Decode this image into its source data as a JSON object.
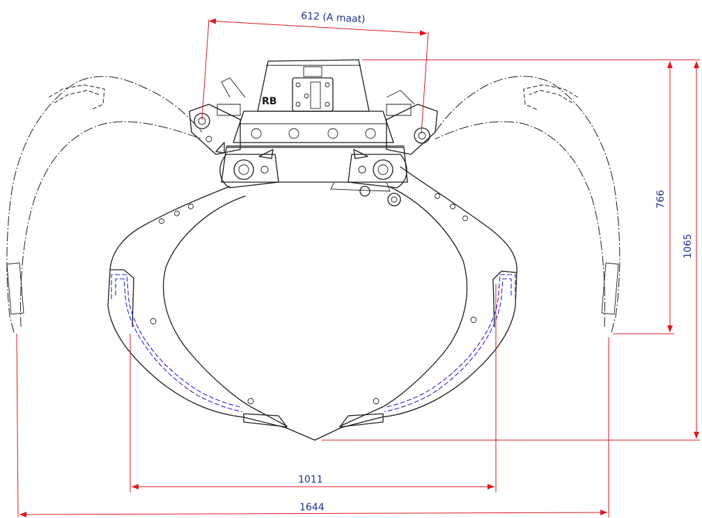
{
  "colors": {
    "dimension_line": "#e0161b",
    "dimension_text": "#1f2f8f",
    "linework": "#1a1a1a",
    "hidden_line": "#2222cc",
    "background": "#ffffff"
  },
  "dimensions": {
    "a_width": "612 (A maat)",
    "height_inner": "766",
    "height_total": "1065",
    "opening_closed": "1011",
    "opening_open": "1644"
  },
  "logo": {
    "text": "RB"
  }
}
